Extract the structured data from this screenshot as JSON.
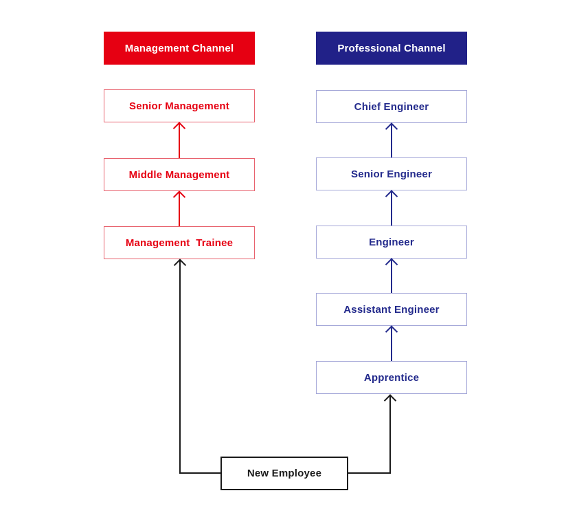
{
  "diagram": {
    "management": {
      "header": "Management Channel",
      "levels": [
        "Senior Management",
        "Middle Management",
        "Management  Trainee"
      ]
    },
    "professional": {
      "header": "Professional Channel",
      "levels": [
        "Chief Engineer",
        "Senior Engineer",
        "Engineer",
        "Assistant Engineer",
        "Apprentice"
      ]
    },
    "entry": "New Employee",
    "colors": {
      "management_fill": "#e60012",
      "management_border": "#e8626e",
      "management_text": "#e60012",
      "professional_fill": "#212188",
      "professional_border": "#a4a7d8",
      "professional_text": "#232a8c",
      "connector_black": "#1a1a1a",
      "header_text": "#ffffff",
      "background": "#ffffff"
    }
  }
}
